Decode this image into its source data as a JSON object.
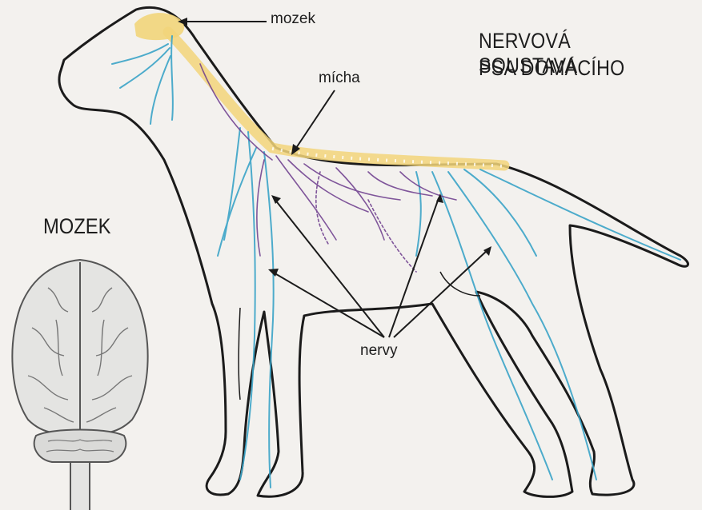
{
  "title": {
    "line1": "NERVOVÁ SOUSTAVA",
    "line2": "PSA DOMÁCÍHO"
  },
  "brain_heading": "MOZEK",
  "labels": {
    "brain": "mozek",
    "spinal_cord": "mícha",
    "nerves": "nervy"
  },
  "colors": {
    "background": "#f3f1ee",
    "outline": "#1b1b1b",
    "spinal_cord": "#f2d57a",
    "nerves_blue": "#3aa4c8",
    "nerves_purple": "#6b3a8c",
    "brain_fill": "#e4e4e2"
  }
}
